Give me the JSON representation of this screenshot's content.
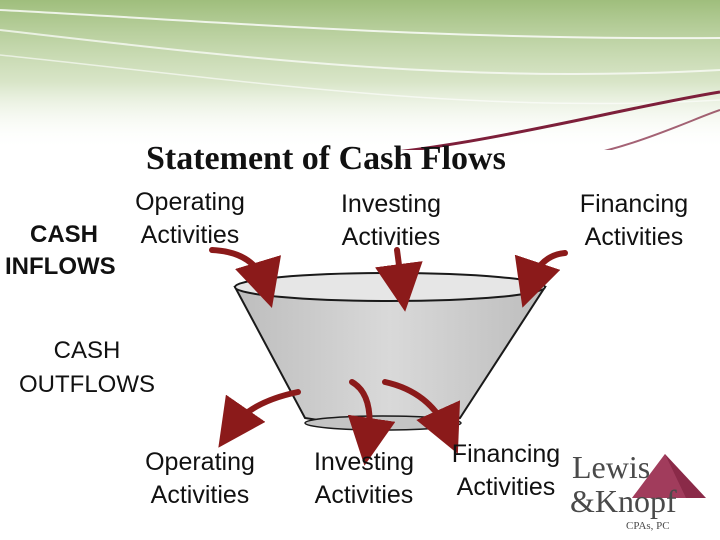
{
  "title": "Statement of Cash Flows",
  "inflows": {
    "heading": [
      "CASH",
      "INFLOWS"
    ],
    "operating": [
      "Operating",
      "Activities"
    ],
    "investing": [
      "Investing",
      "Activities"
    ],
    "financing": [
      "Financing",
      "Activities"
    ]
  },
  "outflows": {
    "heading": [
      "CASH",
      "OUTFLOWS"
    ],
    "operating": [
      "Operating",
      "Activities"
    ],
    "investing": [
      "Investing",
      "Activities"
    ],
    "financing": [
      "Financing",
      "Activities"
    ]
  },
  "logo": {
    "line1": "Lewis",
    "line2": "&Knopf",
    "line3": "CPAs, PC"
  },
  "colors": {
    "arrow": "#8b1a1a",
    "bucket_fill": "#cfcfcf",
    "bucket_rim": "#e0e0e0",
    "band_green": "#9fbe7c",
    "band_maroon": "#7d1f3a"
  }
}
